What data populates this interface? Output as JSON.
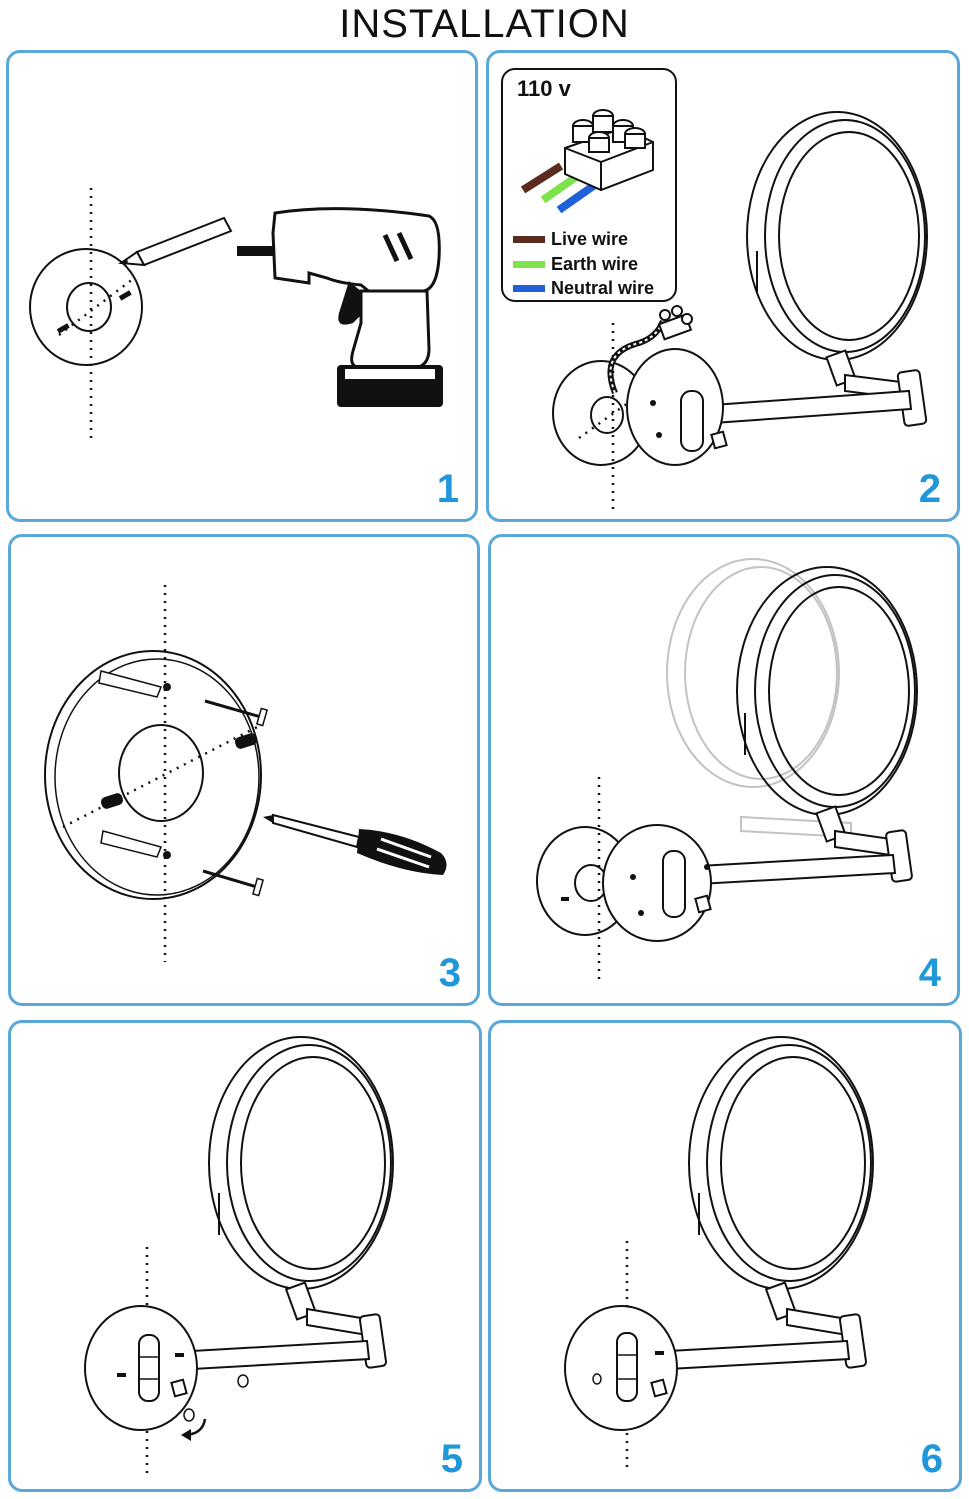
{
  "title": "INSTALLATION",
  "steps": [
    {
      "number": "1"
    },
    {
      "number": "2"
    },
    {
      "number": "3"
    },
    {
      "number": "4"
    },
    {
      "number": "5"
    },
    {
      "number": "6"
    }
  ],
  "wiring": {
    "voltage": "110 v",
    "wires": [
      {
        "label": "Live wire",
        "color": "#5b2c1e"
      },
      {
        "label": "Earth wire",
        "color": "#7ee34a"
      },
      {
        "label": "Neutral wire",
        "color": "#1f5fd8"
      }
    ]
  },
  "colors": {
    "panel_border": "#5aa7d9",
    "step_number": "#1f97d8",
    "line": "#111111"
  },
  "icons": [
    "pencil-icon",
    "drill-icon",
    "screwdriver-icon",
    "wall-plug-icon",
    "screw-icon",
    "mirror-icon",
    "rotate-arrow-icon"
  ]
}
